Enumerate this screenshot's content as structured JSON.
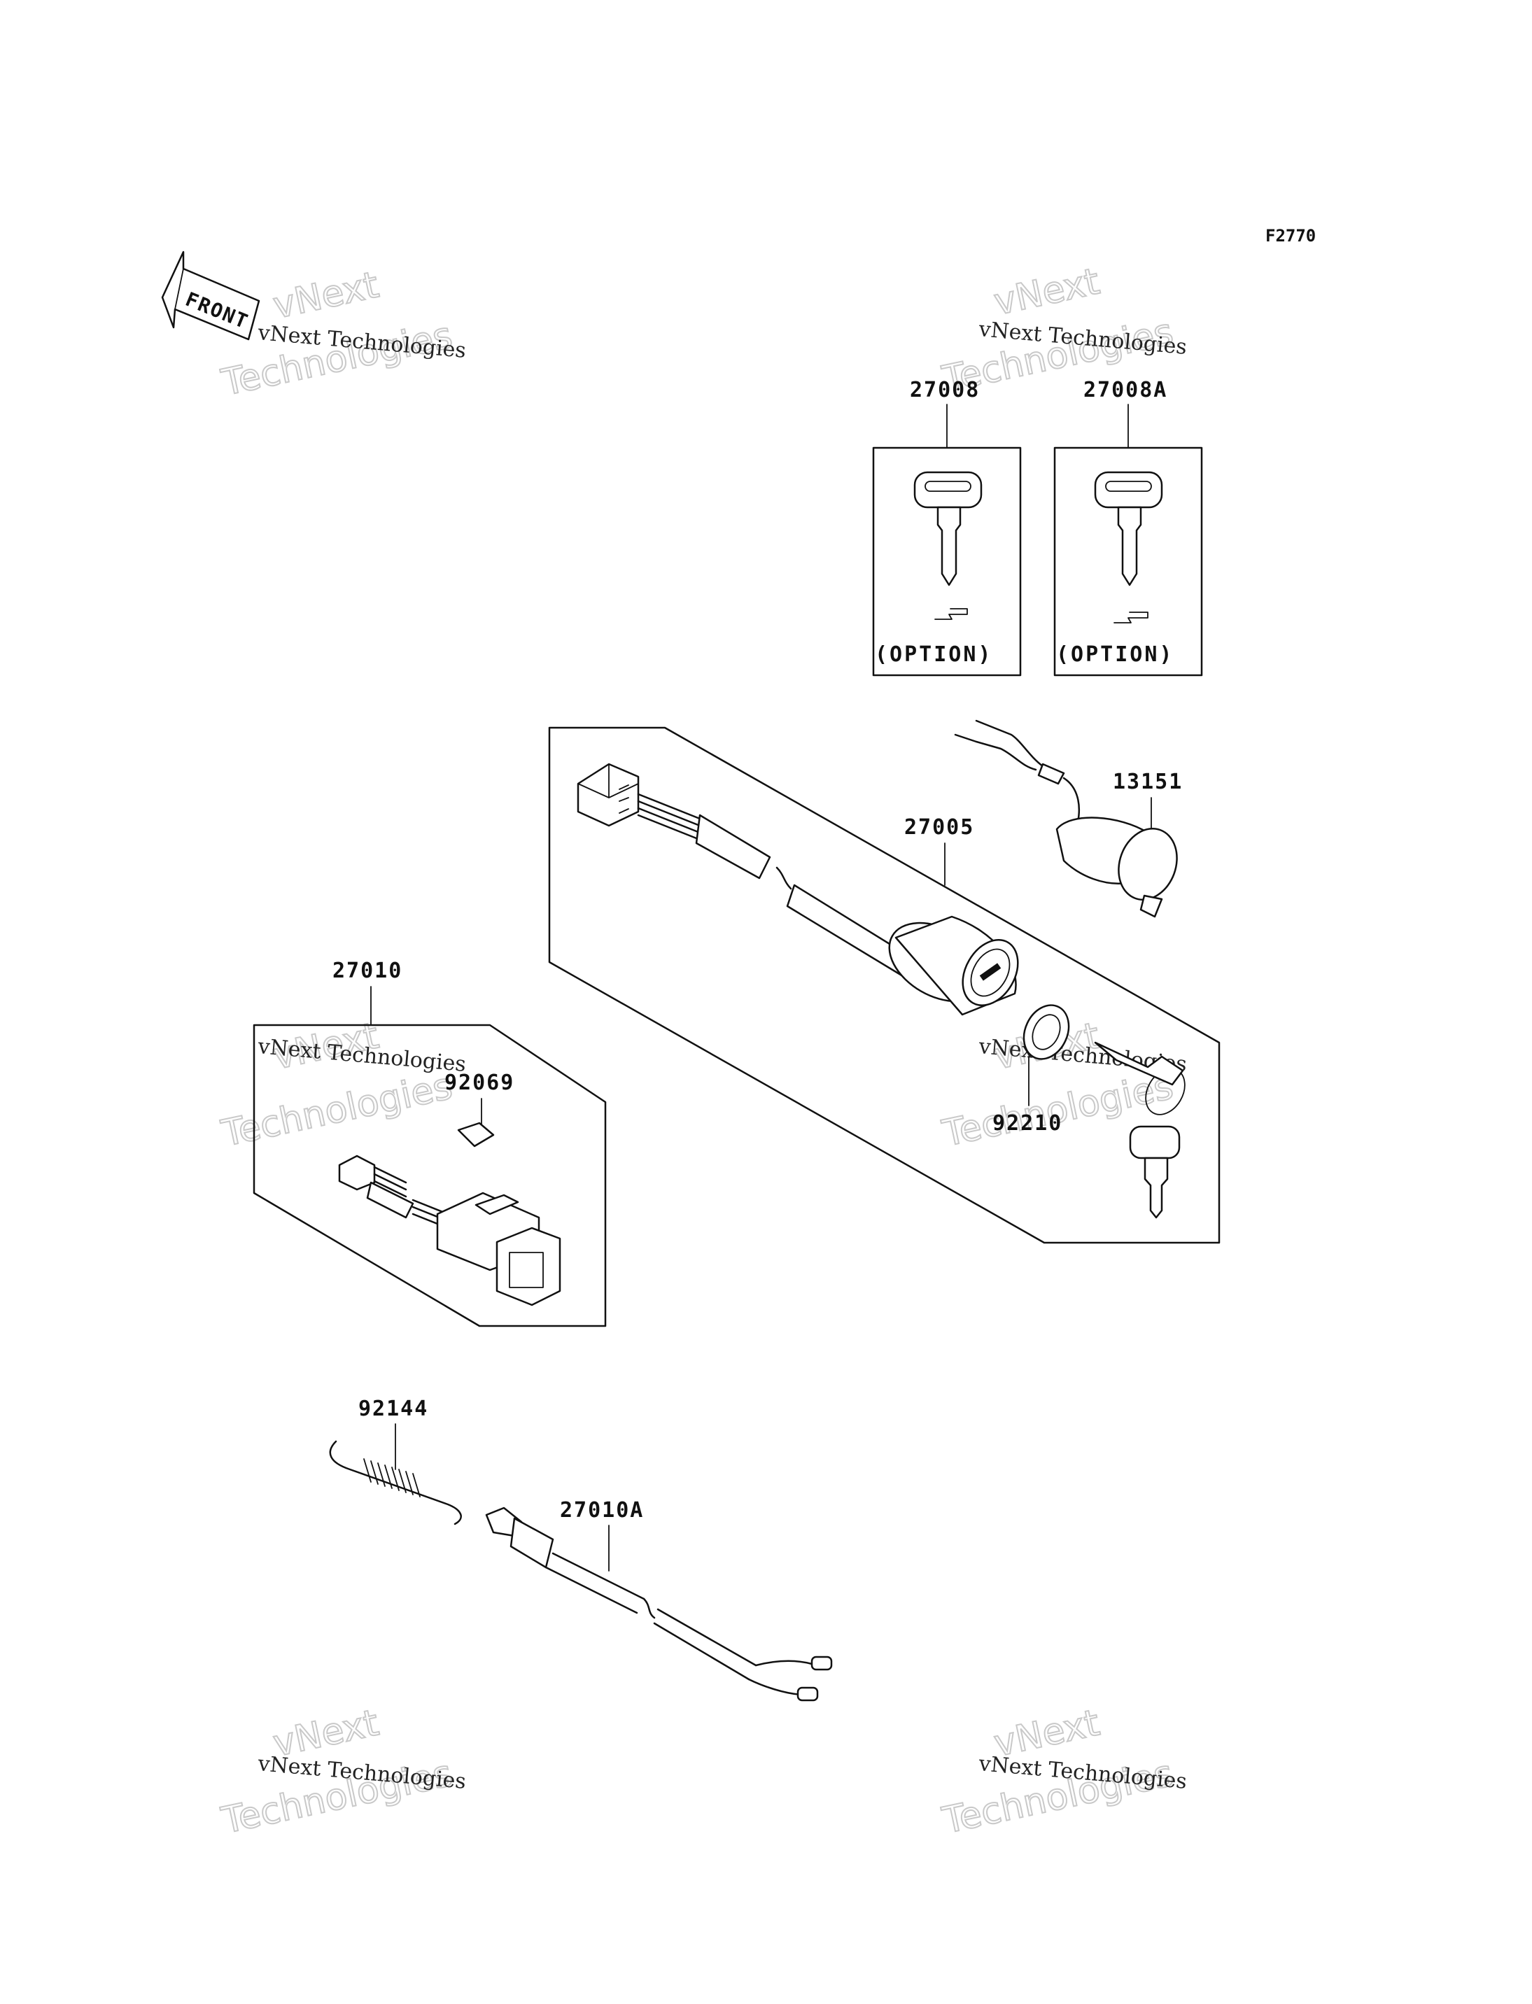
{
  "figure": {
    "code": "F2770"
  },
  "front_arrow": {
    "label": "FRONT"
  },
  "parts": {
    "key_blank_1": {
      "number": "27008",
      "note": "(OPTION)"
    },
    "key_blank_2": {
      "number": "27008A",
      "note": "(OPTION)"
    },
    "ignition_switch": {
      "number": "27005"
    },
    "key_lamp": {
      "number": "13151"
    },
    "lock_nut": {
      "number": "92210"
    },
    "switch_assembly": {
      "number": "27010"
    },
    "bulb": {
      "number": "92069"
    },
    "spring": {
      "number": "92144"
    },
    "brake_switch": {
      "number": "27010A"
    }
  },
  "watermark": {
    "small": "vNext Technologies",
    "big_top": "vNext",
    "big_bottom": "Technologies"
  }
}
